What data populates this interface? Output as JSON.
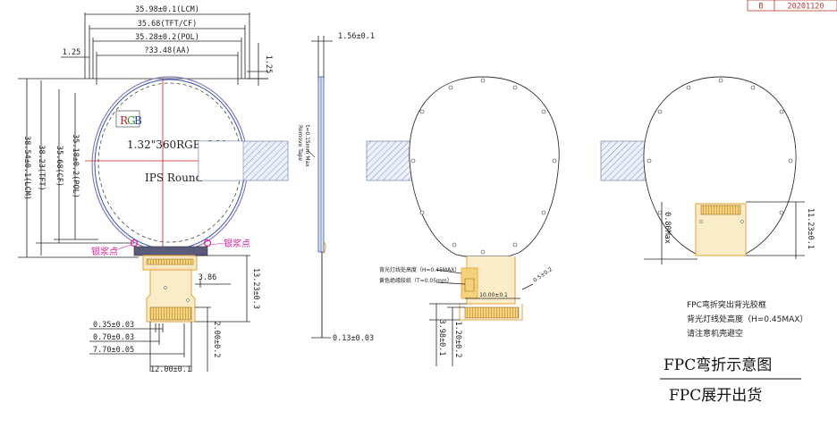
{
  "revision_table": {
    "rev": "B",
    "date": "20201120"
  },
  "front_view": {
    "dim_lcm_width": "35.98±0.1(LCM)",
    "dim_tft_width": "35.68(TFT/CF)",
    "dim_pol_width": "35.28±0.2(POL)",
    "dim_aa_width": "?33.48(AA)",
    "dim_left_offset": "1.25",
    "dim_top_offset": "1.25",
    "dim_lcm_height": "38.54±0.1(LCM)",
    "dim_tft_height": "38.23(TFT)",
    "dim_cf_height": "35.68(CF)",
    "dim_pol_height": "35.18±0.2(POL)",
    "rgb_r": "R",
    "rgb_g": "G",
    "rgb_b": "B",
    "panel_spec": "1.32\"360RGBx360",
    "panel_type": "IPS Round",
    "silver_paste_left": "银浆点",
    "silver_paste_right": "银浆点",
    "dim_386": "3.86",
    "dim_fpc_length": "13.23±0.3",
    "dim_pitch": "0.35±0.03",
    "dim_pin_width": "0.70±0.03",
    "dim_pin_span": "7.70±0.05",
    "dim_fpc_width": "12.00±0.1",
    "dim_stiffener": "2.00±0.2"
  },
  "side_view": {
    "dim_thickness": "1.56±0.1",
    "remove_tape_line1": "Remove Tape",
    "remove_tape_line2": "t=0.15mm Max",
    "dim_fpc_thickness": "0.13±0.03"
  },
  "back_view_bent": {
    "note_backlight_height": "背光灯线处高度（H=0.45MAX）",
    "note_yellow_tape": "黄色绝缘胶纸（T=0.05mm）",
    "dim_connector_width": "10.00±0.1",
    "dim_angle": "0.5±0.2",
    "dim_398": "3.98±0.1",
    "dim_120": "1.20±0.2"
  },
  "back_view_flat": {
    "dim_080max": "0.80Max",
    "dim_1123": "11.23±0.1",
    "note_line1": "FPC弯折突出背光胶框",
    "note_line2": "背光灯线处高度（H=0.45MAX）",
    "note_line3": "请注意机壳避空"
  },
  "captions": {
    "bent": "FPC弯折示意图",
    "flat": "FPC展开出货"
  },
  "colors": {
    "silver_paste": "#e0209a",
    "fpc_orange": "#e8a030",
    "fpc_yellow": "#f5d27a",
    "hatch_blue": "#7b8fbf",
    "red_center": "#d01818",
    "polarizer_blue": "#3050c0"
  }
}
